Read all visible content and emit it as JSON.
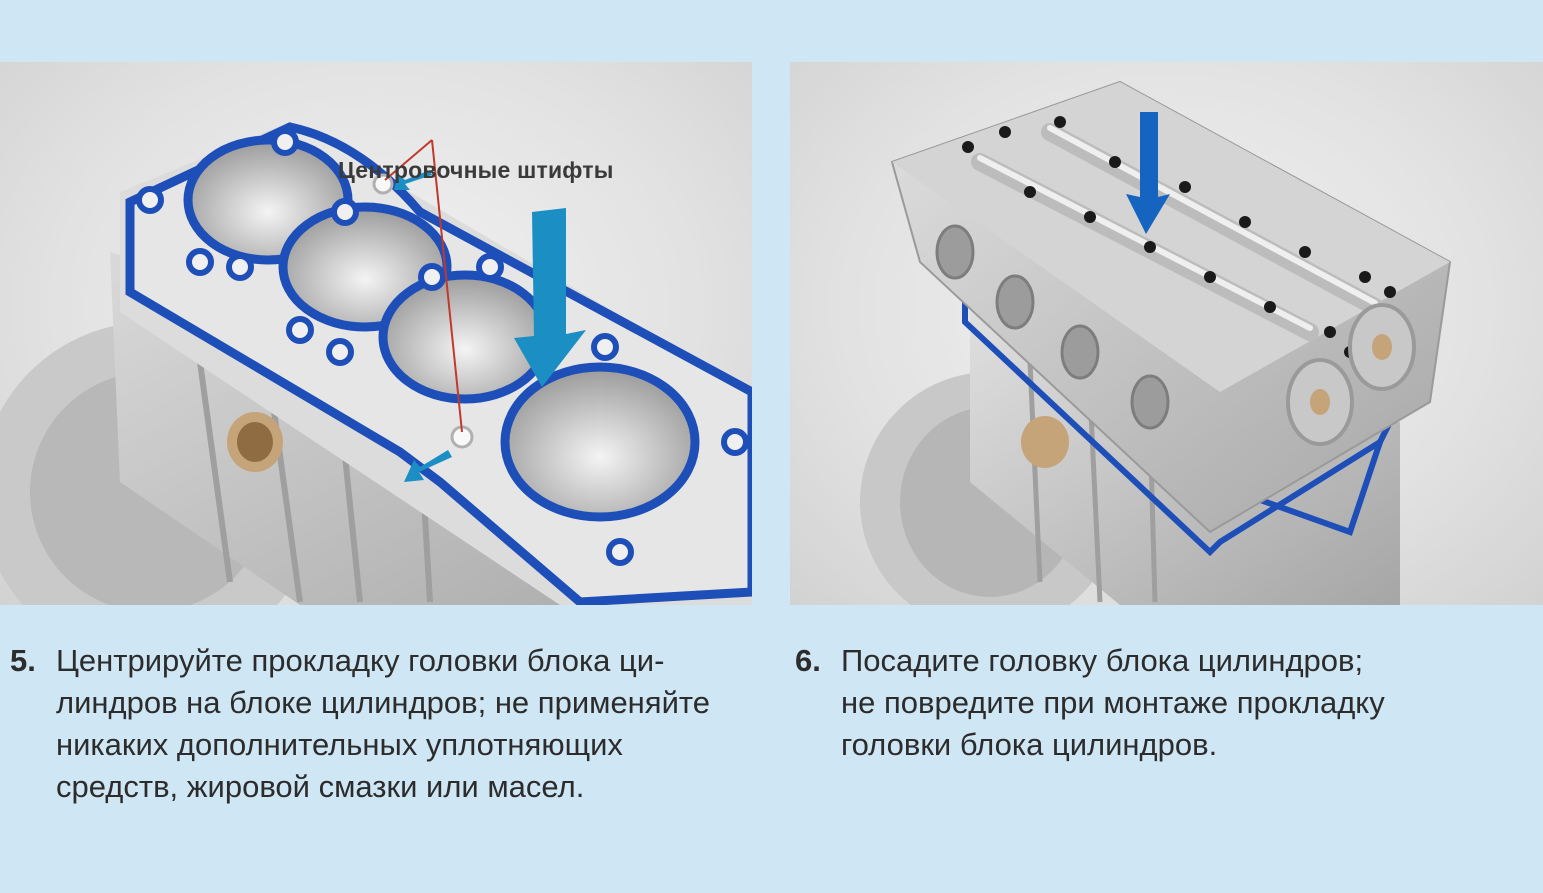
{
  "panel5": {
    "callout": "Центровочные штифты"
  },
  "steps": [
    {
      "number": "5.",
      "lines": [
        "Центрируйте прокладку головки блока ци-",
        "линдров на блоке цилиндров; не применяйте",
        "никаких дополнительных уплотняющих",
        "средств, жировой смазки или масел."
      ]
    },
    {
      "number": "6.",
      "lines": [
        "Посадите головку блока цилиндров;",
        "не повредите при монтаже прокладку",
        "головки блока цилиндров."
      ]
    }
  ],
  "colors": {
    "background": "#cfe6f4",
    "gasket_blue": "#1e4fb8",
    "arrow_cyan": "#1b8fc4",
    "arrow_blue": "#1565c0"
  }
}
